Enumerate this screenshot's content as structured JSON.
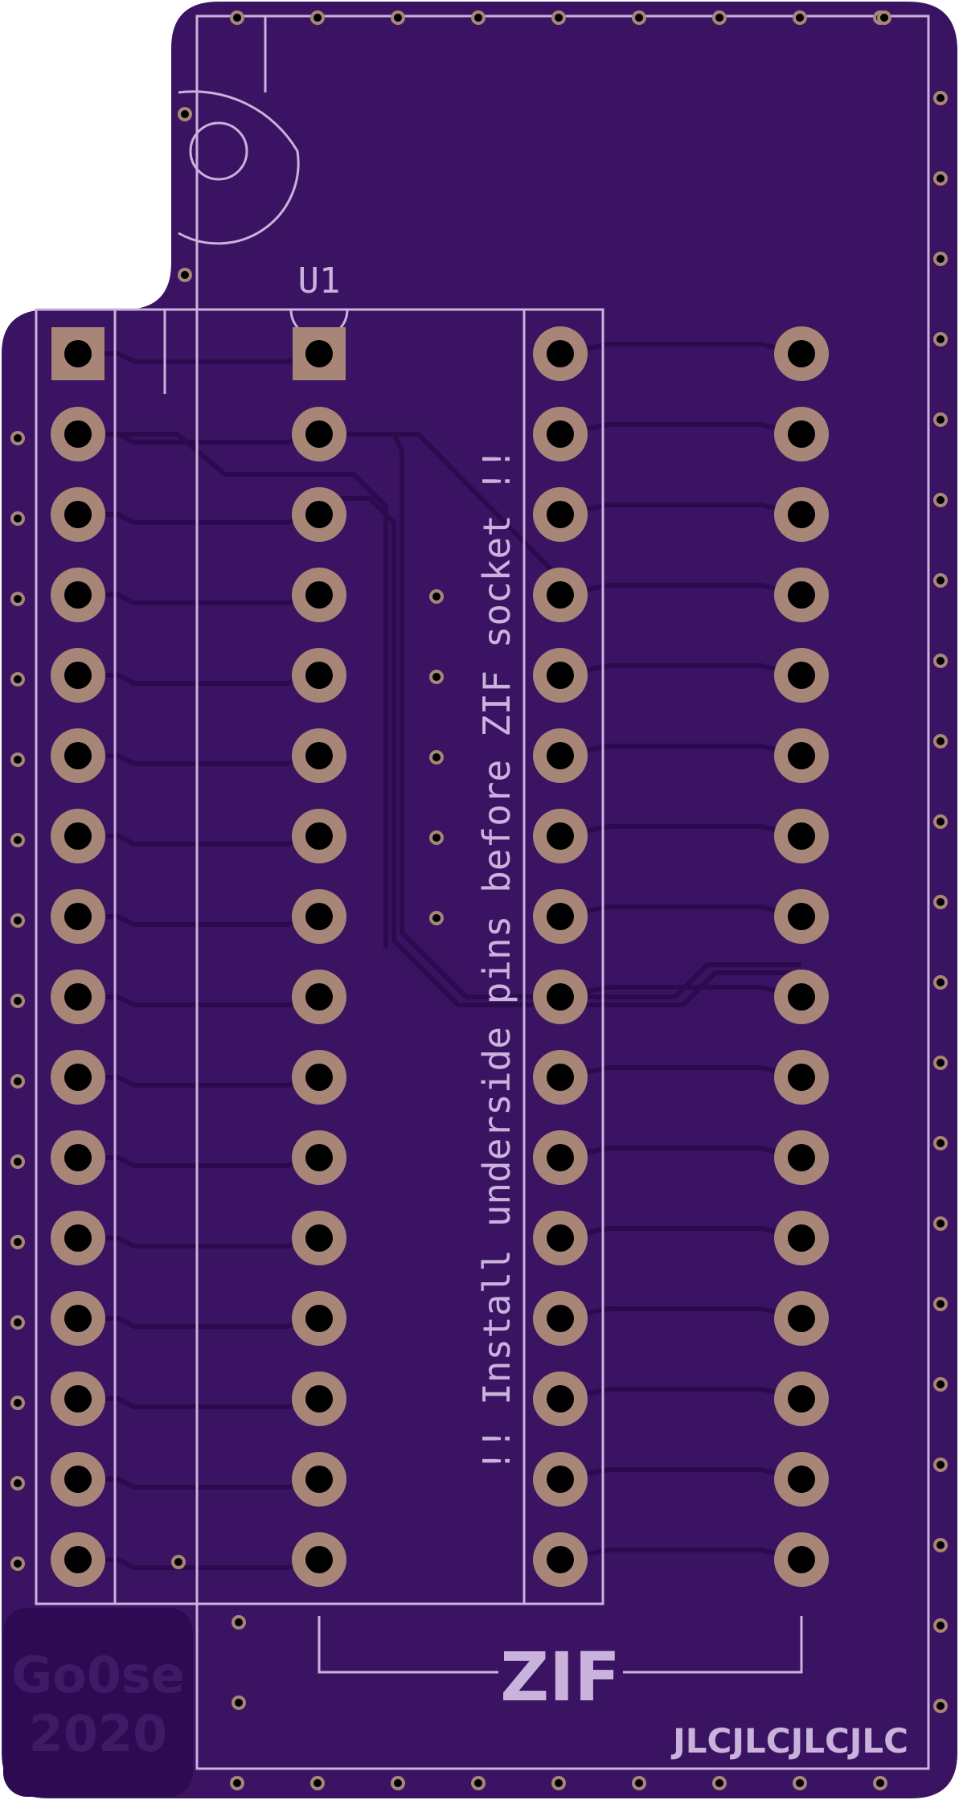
{
  "board": {
    "substrate_color": "#3a1362",
    "copper_pour_color": "#3d1565",
    "trace_color": "#2b0b4d",
    "silkscreen_color": "#c9b3dc",
    "pad_color": "#a78577",
    "drill_color": "#000000",
    "logo_bg_color": "#2e0a52",
    "logo_text_color": "#3e1b66"
  },
  "labels": {
    "ref_designator": "U1",
    "install_note": "!! Install underside pins before ZIF socket !!",
    "socket_label": "ZIF",
    "fab_marker": "JLCJLCJLCJLC",
    "logo_line1": "Go0se",
    "logo_line2": "2020"
  },
  "pins": {
    "rows_per_column": 16,
    "columns": [
      "left-header",
      "dip-socket-left",
      "dip-socket-right",
      "zif-right"
    ],
    "square_pad_columns": [
      "left-header",
      "dip-socket-left"
    ]
  }
}
